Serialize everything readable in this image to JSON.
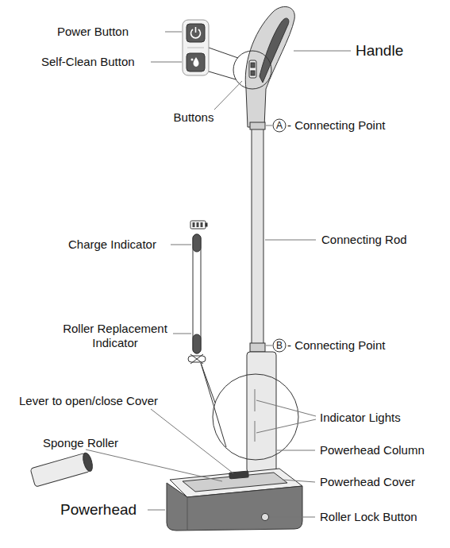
{
  "diagram": {
    "labels": [
      "Power Button",
      "Self-Clean Button",
      "Buttons",
      "Handle",
      "A",
      "- Connecting Point",
      "Charge Indicator",
      "Connecting Rod",
      "Roller Replacement Indicator",
      "B",
      "- Connecting Point",
      "Lever to open/close Cover",
      "Indicator Lights",
      "Sponge Roller",
      "Powerhead Column",
      "Powerhead Cover",
      "Powerhead",
      "Roller Lock Button"
    ]
  }
}
